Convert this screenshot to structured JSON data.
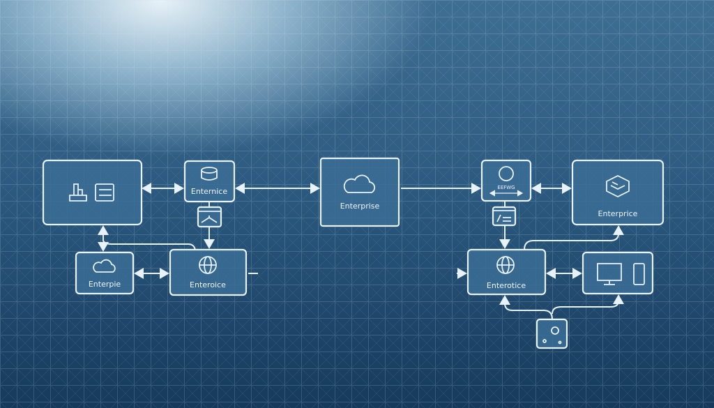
{
  "nodes": {
    "server_rack": {
      "label": ""
    },
    "database": {
      "label": "Enternice"
    },
    "switch_window": {
      "label": ""
    },
    "cloud_left": {
      "label": "Enterpie"
    },
    "globe_left": {
      "label": "Enteroice"
    },
    "cloud_center": {
      "label": "Enterprise"
    },
    "router": {
      "label": "EEFWG"
    },
    "code_window": {
      "label": ""
    },
    "package": {
      "label": "Enterprice"
    },
    "globe_right": {
      "label": "Enterotice"
    },
    "devices": {
      "label": ""
    },
    "settings": {
      "label": ""
    }
  },
  "colors": {
    "line": "#e8f2fa",
    "node_fill": "#3b6d95",
    "background": "#1e4a70"
  }
}
